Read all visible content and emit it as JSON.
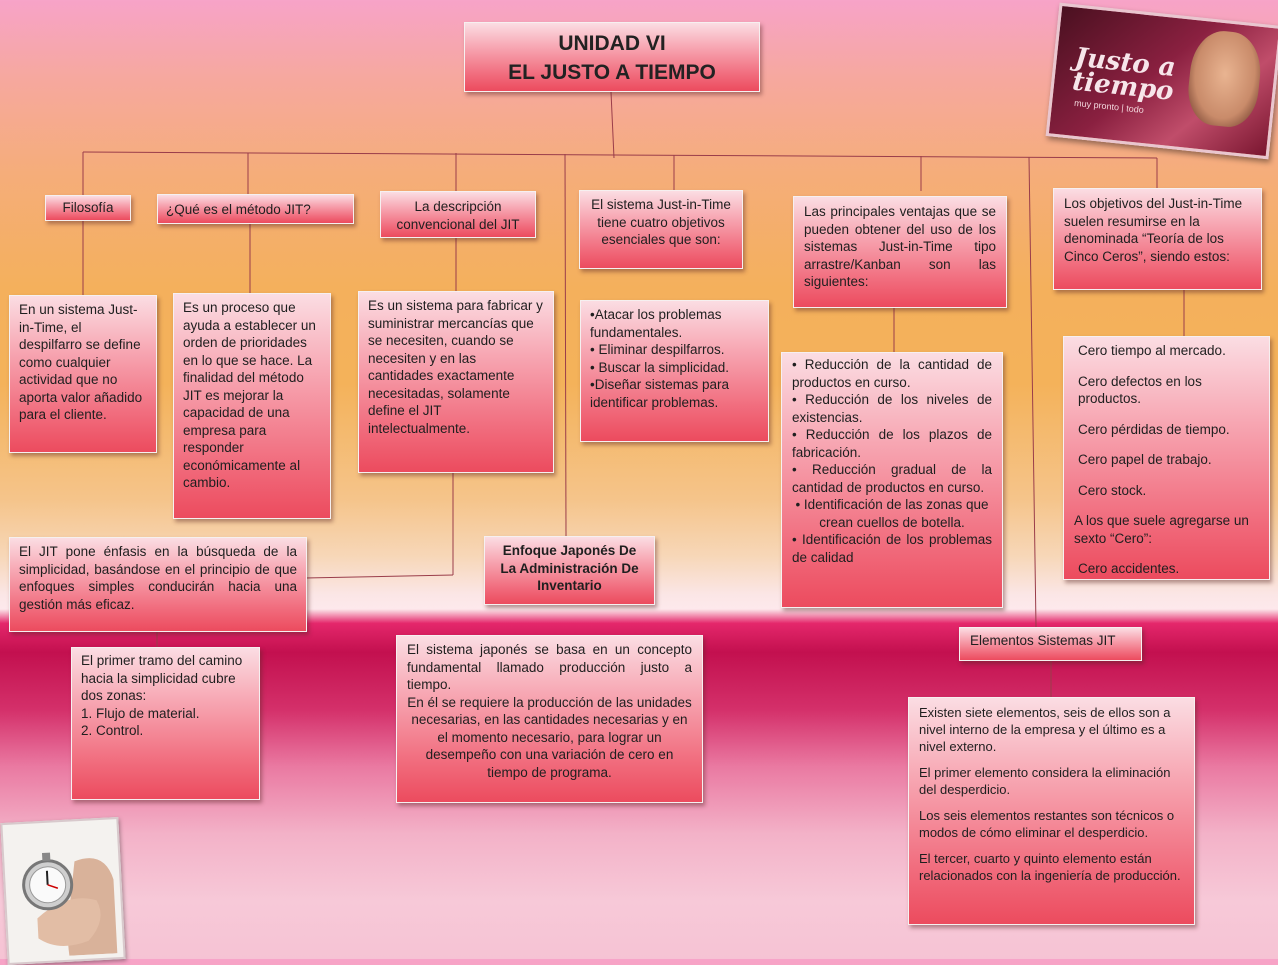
{
  "title": {
    "line1": "UNIDAD VI",
    "line2": "EL JUSTO A TIEMPO"
  },
  "photo": {
    "brand_line1": "Justo a",
    "brand_line2": "tiempo",
    "tagline": "muy pronto | todo",
    "corner": ""
  },
  "nodes": {
    "filosofia": "Filosofía",
    "que_es": "¿Qué es el método JIT?",
    "descripcion": "La descripción convencional del JIT",
    "sistema_objetivos": "El sistema Just-in-Time tiene cuatro objetivos esenciales que son:",
    "ventajas": "Las principales ventajas que se pueden obtener del uso de los sistemas Just-in-Time tipo arrastre/Kanban son las siguientes:",
    "cinco_ceros": "Los objetivos del Just-in-Time suelen resumirse en la denominada “Teoría de los Cinco Ceros”, siendo estos:",
    "filosofia_def": "En un sistema Just-in-Time, el despilfarro se define como cualquier actividad que no aporta valor añadido para el cliente.",
    "proceso_def": "Es un proceso que ayuda a establecer un orden de prioridades en lo que se hace. La finalidad del método JIT es mejorar la capacidad de una empresa para responder económicamente al cambio.",
    "sistema_def": "Es un sistema para fabricar y suministrar mercancías que se necesiten, cuando se necesiten y en las cantidades exactamente necesitadas, solamente define el JIT intelectualmente.",
    "objetivos_list": [
      "•Atacar los problemas fundamentales.",
      "• Eliminar despilfarros.",
      "• Buscar la simplicidad.",
      "•Diseñar sistemas para identificar problemas."
    ],
    "ventajas_list": [
      "• Reducción de la cantidad de productos en curso.",
      "• Reducción de los niveles de existencias.",
      "• Reducción de los plazos de fabricación.",
      "• Reducción gradual de la cantidad de productos en curso.",
      "• Identificación de las zonas que crean cuellos de botella.",
      "• Identificación de los problemas de calidad"
    ],
    "ceros_list": [
      "Cero tiempo al mercado.",
      "Cero defectos en los productos.",
      "Cero pérdidas de tiempo.",
      "Cero papel de trabajo.",
      "Cero stock.",
      "A los que suele agregarse un sexto “Cero”:",
      "Cero accidentes."
    ],
    "enfasis": "El JIT pone énfasis en la búsqueda de la simplicidad, basándose en el principio de que enfoques simples conducirán hacia una gestión más eficaz.",
    "enfoque": "Enfoque Japonés De La Administración De Inventario",
    "elementos_title": "Elementos Sistemas JIT",
    "primer_tramo": {
      "intro": "El primer tramo del camino hacia la simplicidad cubre dos zonas:",
      "item1": "1. Flujo de material.",
      "item2": "2. Control."
    },
    "japones": {
      "p1": "El sistema japonés se basa en un concepto fundamental llamado producción justo a tiempo.",
      "p2": "En él se requiere la producción de las unidades necesarias, en las cantidades necesarias y en el momento necesario, para lograr un desempeño con una variación de cero en tiempo de programa."
    },
    "elementos_desc": [
      "Existen siete elementos, seis de ellos son a nivel interno de la empresa y el último es a nivel externo.",
      "El primer elemento considera la eliminación del desperdicio.",
      "Los seis elementos restantes son técnicos o modos de cómo eliminar el desperdicio.",
      "El tercer, cuarto y quinto elemento están relacionados con la ingeniería de producción."
    ]
  }
}
